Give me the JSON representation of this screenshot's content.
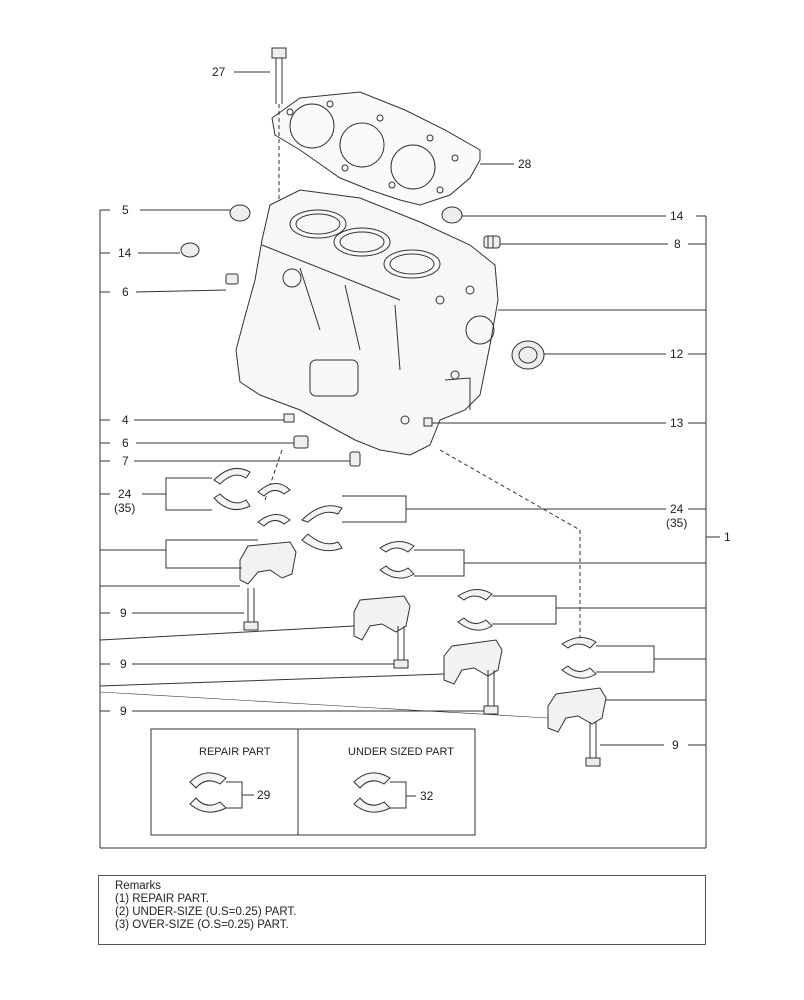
{
  "callouts": {
    "c27": "27",
    "c28": "28",
    "c5": "5",
    "c14a": "14",
    "c14b": "14",
    "c8": "8",
    "c6a": "6",
    "c12": "12",
    "c4": "4",
    "c13": "13",
    "c6b": "6",
    "c7": "7",
    "c24a": "24",
    "c35a": "(35)",
    "c24b": "24",
    "c35b": "(35)",
    "c1": "1",
    "c9a": "9",
    "c9b": "9",
    "c9c": "9",
    "c9d": "9",
    "c29": "29",
    "c32": "32"
  },
  "repair_box": {
    "title": "REPAIR PART"
  },
  "undersized_box": {
    "title": "UNDER SIZED PART"
  },
  "remarks": {
    "title": "Remarks",
    "line1": "(1) REPAIR PART.",
    "line2": "(2) UNDER-SIZE (U.S=0.25) PART.",
    "line3": "(3) OVER-SIZE (O.S=0.25) PART."
  }
}
